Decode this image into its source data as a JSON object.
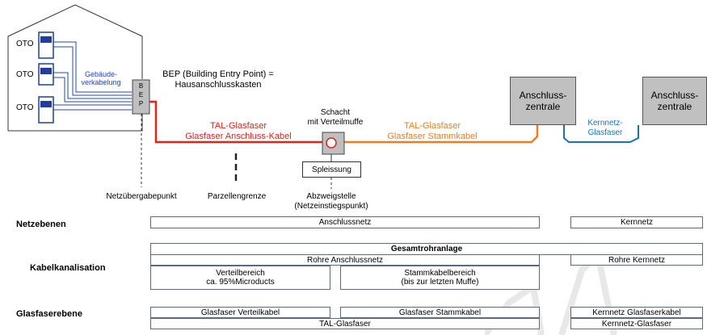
{
  "house": {
    "oto_labels": [
      "OTO",
      "OTO",
      "OTO"
    ],
    "gebaeude_label_1": "Gebäude-",
    "gebaeude_label_2": "verkabelung",
    "bep_letters": [
      "B",
      "E",
      "P"
    ]
  },
  "bep_caption": {
    "line1": "BEP (Building Entry Point) =",
    "line2": "Hausanschlusskasten"
  },
  "zentralen": [
    {
      "line1": "Anschluss-",
      "line2": "zentrale"
    },
    {
      "line1": "Anschluss-",
      "line2": "zentrale"
    }
  ],
  "schacht": {
    "line1": "Schacht",
    "line2": "mit Verteilmuffe"
  },
  "cables": {
    "red_line1": "TAL-Glasfaser",
    "red_line2": "Glasfaser Anschluss-Kabel",
    "orange_line1": "TAL-Glasfaser",
    "orange_line2": "Glasfaser Stammkabel",
    "blue_line1": "Kernnetz-",
    "blue_line2": "Glasfaser"
  },
  "spleissung": "Spleissung",
  "points": {
    "netzuebergabe": "Netzübergabepunkt",
    "parzellengrenze": "Parzellengrenze",
    "abzweig_line1": "Abzweigstelle",
    "abzweig_line2": "(Netzeinstiegspunkt)"
  },
  "rows": {
    "netzebenen": {
      "label": "Netzebenen",
      "anschlussnetz": "Anschlussnetz",
      "kernnetz": "Kernnetz"
    },
    "kabelkanalisation": {
      "label": "Kabelkanalisation",
      "gesamt": "Gesamtrohranlage",
      "rohre_anschluss": "Rohre Anschlussnetz",
      "rohre_kern": "Rohre Kernnetz",
      "verteil_line1": "Verteilbereich",
      "verteil_line2": "ca. 95%Microducts",
      "stamm_line1": "Stammkabelbereich",
      "stamm_line2": "(bis zur letzten Muffe)"
    },
    "glasfaserebene": {
      "label": "Glasfaserebene",
      "verteilkabel": "Glasfaser  Verteilkabel",
      "stammkabel": "Glasfaser Stammkabel",
      "kern_kabel": "Kernnetz Glasfaserkabel",
      "tal": "TAL-Glasfaser",
      "kern_glasfaser": "Kernnetz-Glasfaser"
    }
  },
  "colors": {
    "red": "#e0231b",
    "orange": "#ee7d22",
    "blue": "#1f6fbf",
    "house_wire": "#2244cc",
    "zentrale_fill": "#c0c0c0"
  }
}
